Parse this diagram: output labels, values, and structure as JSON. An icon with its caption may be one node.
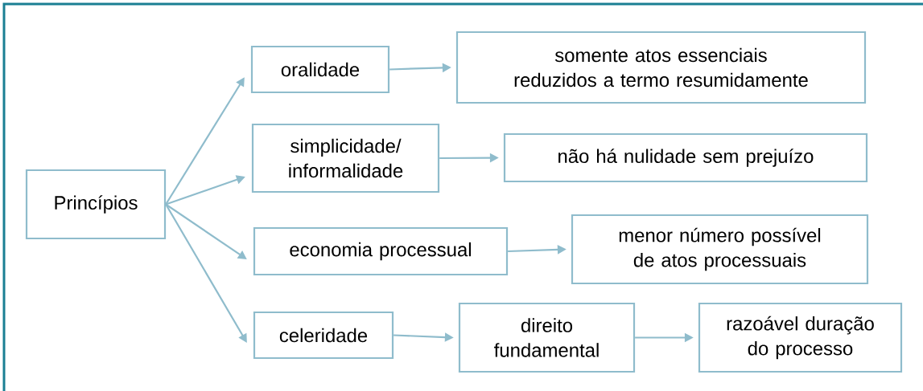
{
  "diagram": {
    "nodes": [
      {
        "text": [
          "Princípios"
        ]
      },
      {
        "text": [
          "oralidade"
        ]
      },
      {
        "text": [
          "somente atos essenciais reduzidos a termo resumidamente"
        ]
      },
      {
        "text": [
          "simplicidade/ informalidade"
        ]
      },
      {
        "text": [
          "não há nulidade sem prejuízo"
        ]
      },
      {
        "text": [
          "economia processual"
        ]
      },
      {
        "text": [
          "menor número possível de atos processuais"
        ]
      },
      {
        "text": [
          "celeridade"
        ]
      },
      {
        "text": [
          "direito fundamental"
        ]
      },
      {
        "text": [
          "razoável duração do processo"
        ]
      }
    ],
    "edges": [
      {
        "from": 0,
        "to": 1,
        "arrow": "to"
      },
      {
        "from": 0,
        "to": 3,
        "arrow": "to"
      },
      {
        "from": 0,
        "to": 5,
        "arrow": "to"
      },
      {
        "from": 0,
        "to": 7,
        "arrow": "to"
      },
      {
        "from": 1,
        "to": 2,
        "arrow": "to"
      },
      {
        "from": 3,
        "to": 4,
        "arrow": "to"
      },
      {
        "from": 5,
        "to": 6,
        "arrow": "to"
      },
      {
        "from": 7,
        "to": 8,
        "arrow": "to"
      },
      {
        "from": 8,
        "to": 9,
        "arrow": "to"
      }
    ]
  }
}
